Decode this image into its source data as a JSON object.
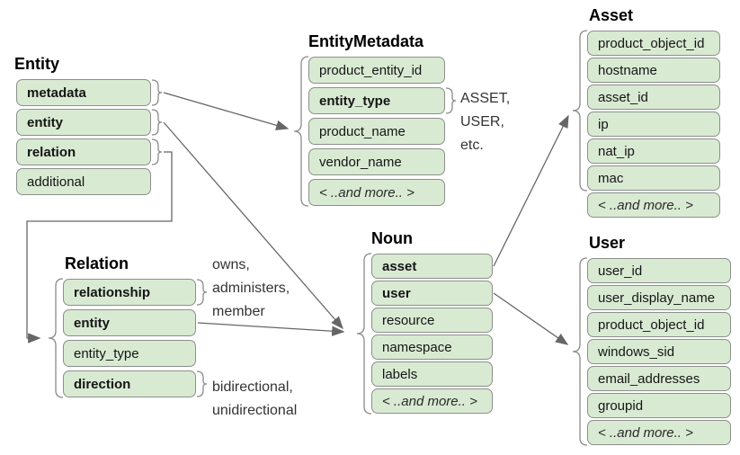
{
  "tables": {
    "entity": {
      "title": "Entity",
      "rows": [
        {
          "label": "metadata",
          "bold": true
        },
        {
          "label": "entity",
          "bold": true
        },
        {
          "label": "relation",
          "bold": true
        },
        {
          "label": "additional",
          "bold": false
        }
      ]
    },
    "entity_metadata": {
      "title": "EntityMetadata",
      "rows": [
        {
          "label": "product_entity_id",
          "bold": false
        },
        {
          "label": "entity_type",
          "bold": true
        },
        {
          "label": "product_name",
          "bold": false
        },
        {
          "label": "vendor_name",
          "bold": false
        },
        {
          "label": "< ..and more.. >",
          "bold": false,
          "italic": true
        }
      ]
    },
    "asset": {
      "title": "Asset",
      "rows": [
        {
          "label": "product_object_id",
          "bold": false
        },
        {
          "label": "hostname",
          "bold": false
        },
        {
          "label": "asset_id",
          "bold": false
        },
        {
          "label": "ip",
          "bold": false
        },
        {
          "label": "nat_ip",
          "bold": false
        },
        {
          "label": "mac",
          "bold": false
        },
        {
          "label": "< ..and more.. >",
          "bold": false,
          "italic": true
        }
      ]
    },
    "relation": {
      "title": "Relation",
      "rows": [
        {
          "label": "relationship",
          "bold": true
        },
        {
          "label": "entity",
          "bold": true
        },
        {
          "label": "entity_type",
          "bold": false
        },
        {
          "label": "direction",
          "bold": true
        }
      ]
    },
    "noun": {
      "title": "Noun",
      "rows": [
        {
          "label": "asset",
          "bold": true
        },
        {
          "label": "user",
          "bold": true
        },
        {
          "label": "resource",
          "bold": false
        },
        {
          "label": "namespace",
          "bold": false
        },
        {
          "label": "labels",
          "bold": false
        },
        {
          "label": "< ..and more.. >",
          "bold": false,
          "italic": true
        }
      ]
    },
    "user": {
      "title": "User",
      "rows": [
        {
          "label": "user_id",
          "bold": false
        },
        {
          "label": "user_display_name",
          "bold": false
        },
        {
          "label": "product_object_id",
          "bold": false
        },
        {
          "label": "windows_sid",
          "bold": false
        },
        {
          "label": "email_addresses",
          "bold": false
        },
        {
          "label": "groupid",
          "bold": false
        },
        {
          "label": "< ..and more.. >",
          "bold": false,
          "italic": true
        }
      ]
    }
  },
  "annotations": {
    "entity_type_values": "ASSET,\nUSER,\netc.",
    "relationship_values": "owns,\nadministers,\nmember",
    "direction_values": "bidirectional,\nunidirectional"
  },
  "colors": {
    "row_fill": "#d9ead3",
    "row_border": "#8b8f8b",
    "connector": "#666666",
    "brace": "#8a8a8a"
  }
}
